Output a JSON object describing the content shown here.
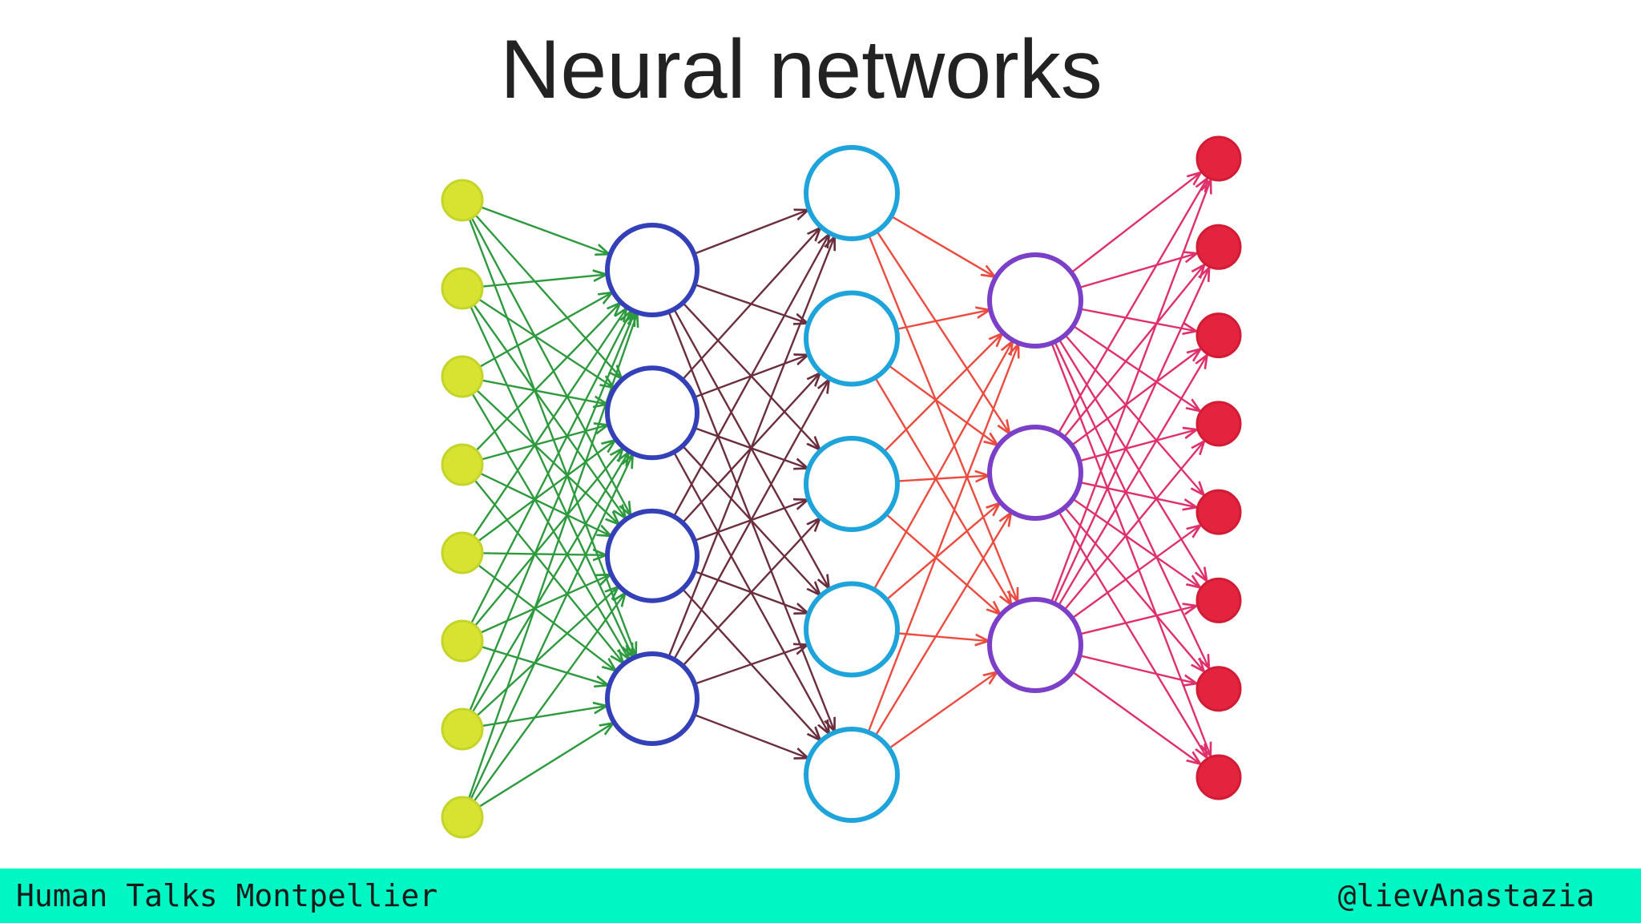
{
  "slide": {
    "title": "Neural networks"
  },
  "diagram": {
    "layers": [
      {
        "neurons": 8,
        "edge_color": "#2e9a3e",
        "fill": "#d7e330",
        "stroke": "#c3d42a"
      },
      {
        "neurons": 4,
        "edge_color": "#6b2e3d",
        "fill": "#ffffff",
        "stroke": "#3340b8"
      },
      {
        "neurons": 5,
        "edge_color": "#ec4b3f",
        "fill": "#ffffff",
        "stroke": "#1fa3db"
      },
      {
        "neurons": 3,
        "edge_color": "#e0306a",
        "fill": "#ffffff",
        "stroke": "#7b3fc8"
      },
      {
        "neurons": 8,
        "edge_color": null,
        "fill": "#e4233e",
        "stroke": "#d11c36"
      }
    ]
  },
  "footer": {
    "left_text": "Human Talks Montpellier",
    "right_text": "@lievAnastazia"
  },
  "colors": {
    "footer_background": "#00f7c3",
    "title_text": "#222222"
  }
}
